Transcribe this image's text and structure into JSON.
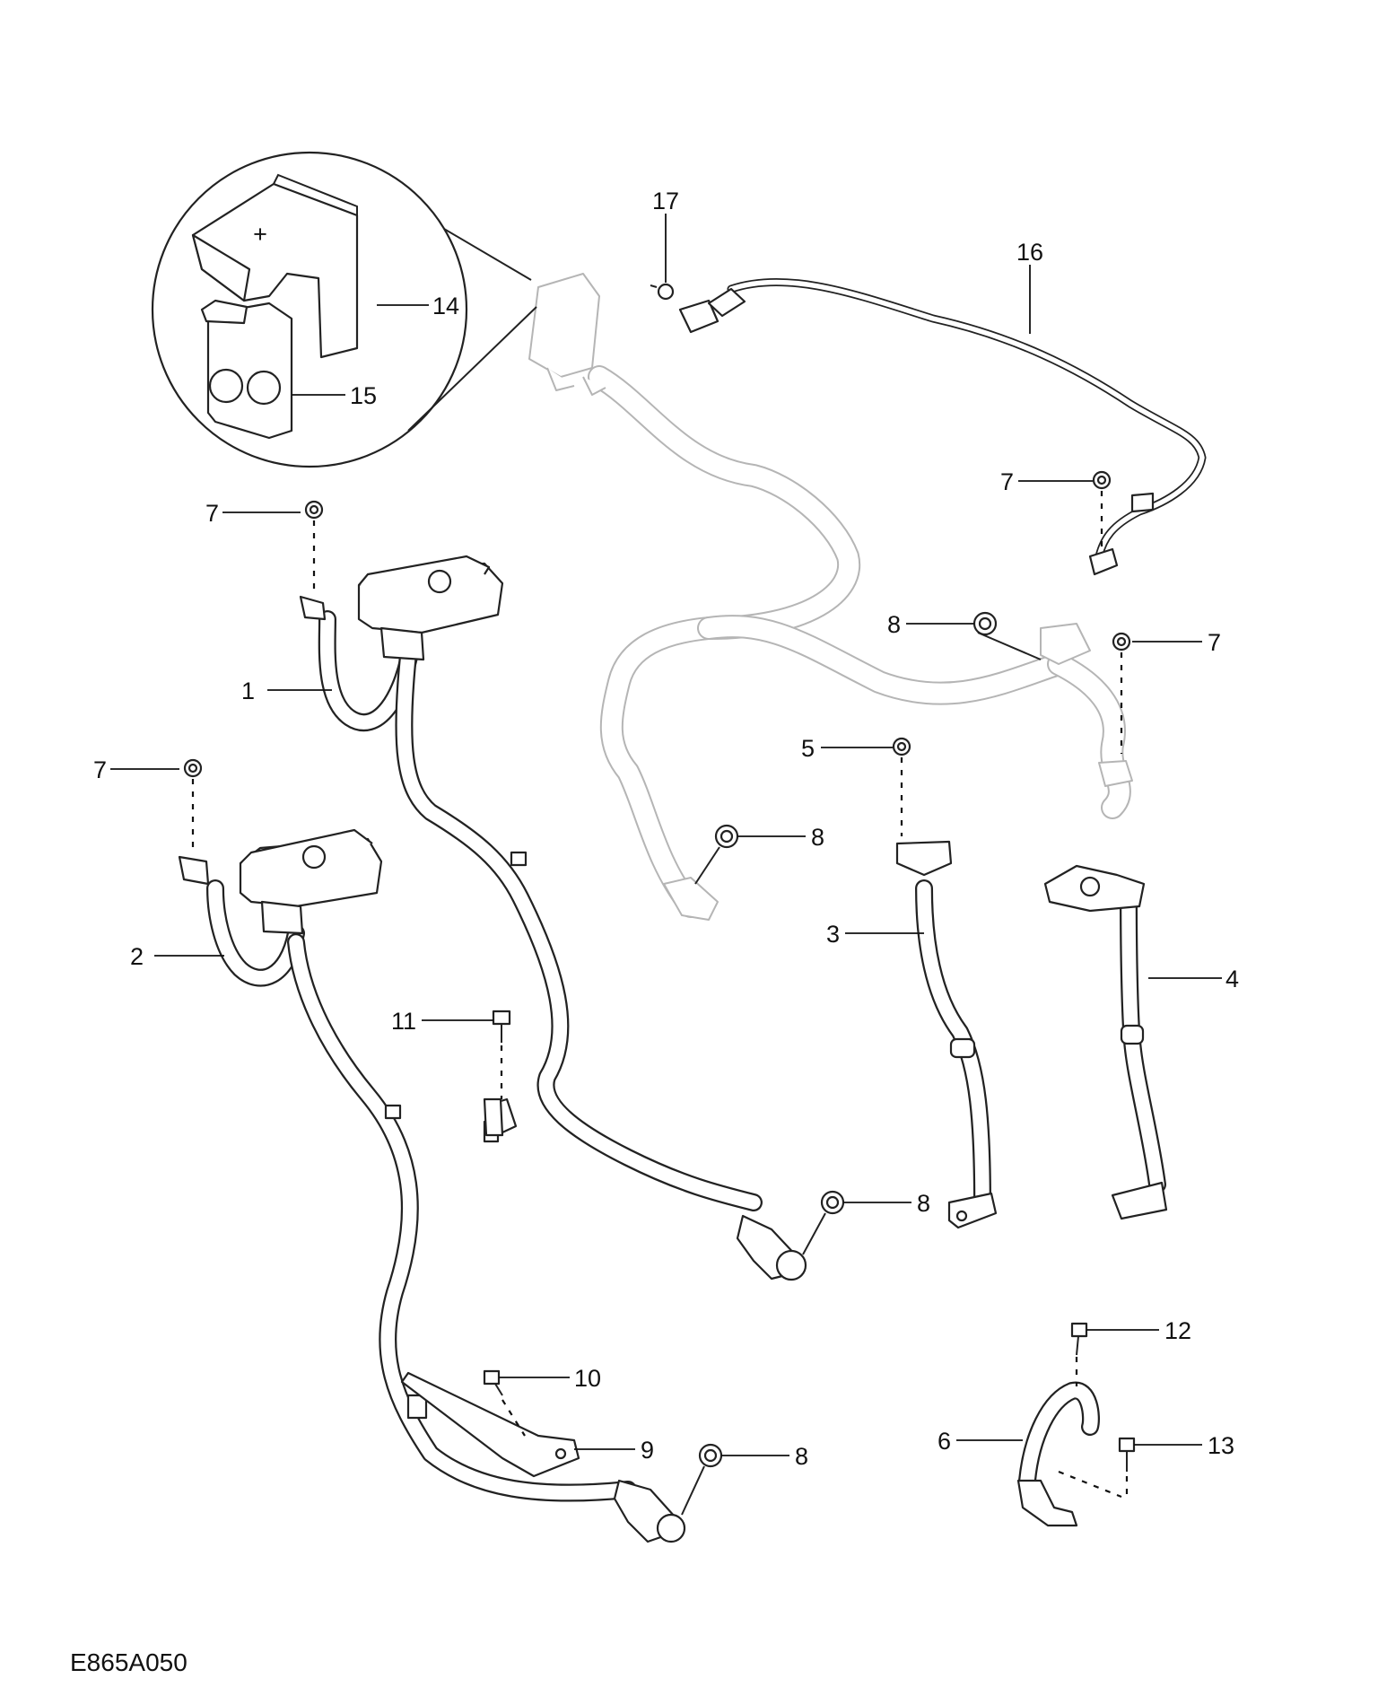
{
  "diagram": {
    "reference_code": "E865A050",
    "callouts": [
      {
        "id": "c1",
        "text": "1"
      },
      {
        "id": "c2",
        "text": "2"
      },
      {
        "id": "c3",
        "text": "3"
      },
      {
        "id": "c4",
        "text": "4"
      },
      {
        "id": "c5",
        "text": "5"
      },
      {
        "id": "c6",
        "text": "6"
      },
      {
        "id": "c7a",
        "text": "7"
      },
      {
        "id": "c7b",
        "text": "7"
      },
      {
        "id": "c7c",
        "text": "7"
      },
      {
        "id": "c7d",
        "text": "7"
      },
      {
        "id": "c8a",
        "text": "8"
      },
      {
        "id": "c8b",
        "text": "8"
      },
      {
        "id": "c8c",
        "text": "8"
      },
      {
        "id": "c8d",
        "text": "8"
      },
      {
        "id": "c9",
        "text": "9"
      },
      {
        "id": "c10",
        "text": "10"
      },
      {
        "id": "c11",
        "text": "11"
      },
      {
        "id": "c12",
        "text": "12"
      },
      {
        "id": "c13",
        "text": "13"
      },
      {
        "id": "c14",
        "text": "14"
      },
      {
        "id": "c15",
        "text": "15"
      },
      {
        "id": "c16",
        "text": "16"
      },
      {
        "id": "c17",
        "text": "17"
      }
    ],
    "detail_inset": {
      "terminal_symbol": "+"
    }
  }
}
